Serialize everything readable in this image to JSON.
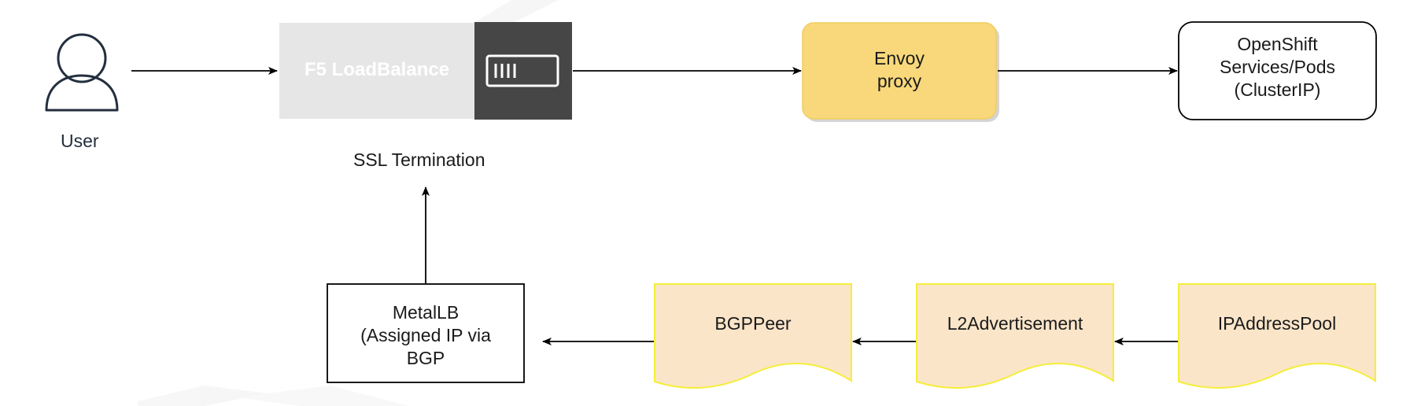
{
  "diagram": {
    "user": {
      "label": "User",
      "icon": "user-icon"
    },
    "load_balancer": {
      "label": "F5 LoadBalance",
      "icon": "server-rack-icon",
      "caption": "SSL Termination"
    },
    "envoy": {
      "lines": [
        "Envoy",
        "proxy"
      ],
      "fill": "#f8d87a"
    },
    "openshift": {
      "lines": [
        "OpenShift",
        "Services/Pods",
        "(ClusterIP)"
      ]
    },
    "metallb": {
      "lines": [
        "MetalLB",
        "(Assigned IP via",
        "BGP"
      ]
    },
    "bgppeer": {
      "label": "BGPPeer"
    },
    "l2advertisement": {
      "label": "L2Advertisement"
    },
    "ipaddresspool": {
      "label": "IPAddressPool"
    },
    "colors": {
      "document_fill": "#fae5c9",
      "document_stroke": "#f5ee3a",
      "lb_fill": "#e6e6e6",
      "lb_icon_fill": "#464646",
      "stroke": "#000000"
    }
  }
}
